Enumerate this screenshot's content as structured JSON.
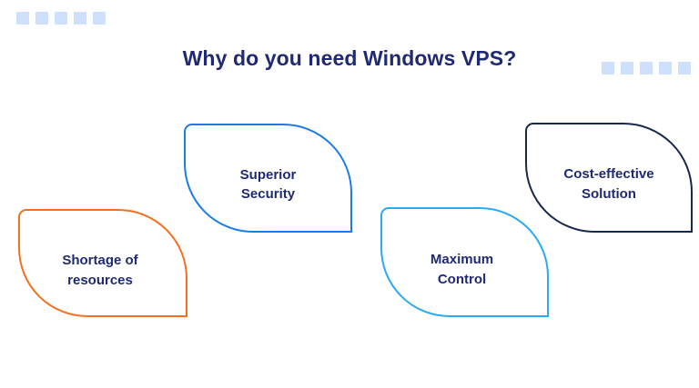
{
  "page": {
    "title": "Why do you need Windows VPS?",
    "background_color": "#ffffff",
    "title_color": "#1f2a72"
  },
  "decorations": {
    "square_color": "#cfe0fd",
    "top_left_strip": {
      "count": 5,
      "label": "decorative-squares"
    },
    "top_right_strip": {
      "count": 5,
      "label": "decorative-squares"
    }
  },
  "cards": [
    {
      "id": "shortage-of-resources",
      "label": "Shortage of\nresources",
      "border_color": "#f4701e",
      "text_color": "#1f2a72"
    },
    {
      "id": "superior-security",
      "label": "Superior\nSecurity",
      "border_color": "#1a7ceb",
      "text_color": "#1f2a72"
    },
    {
      "id": "maximum-control",
      "label": "Maximum\nControl",
      "border_color": "#2aa9f5",
      "text_color": "#1f2a72"
    },
    {
      "id": "cost-effective-solution",
      "label": "Cost-effective\nSolution",
      "border_color": "#15294e",
      "text_color": "#1f2a72"
    }
  ]
}
